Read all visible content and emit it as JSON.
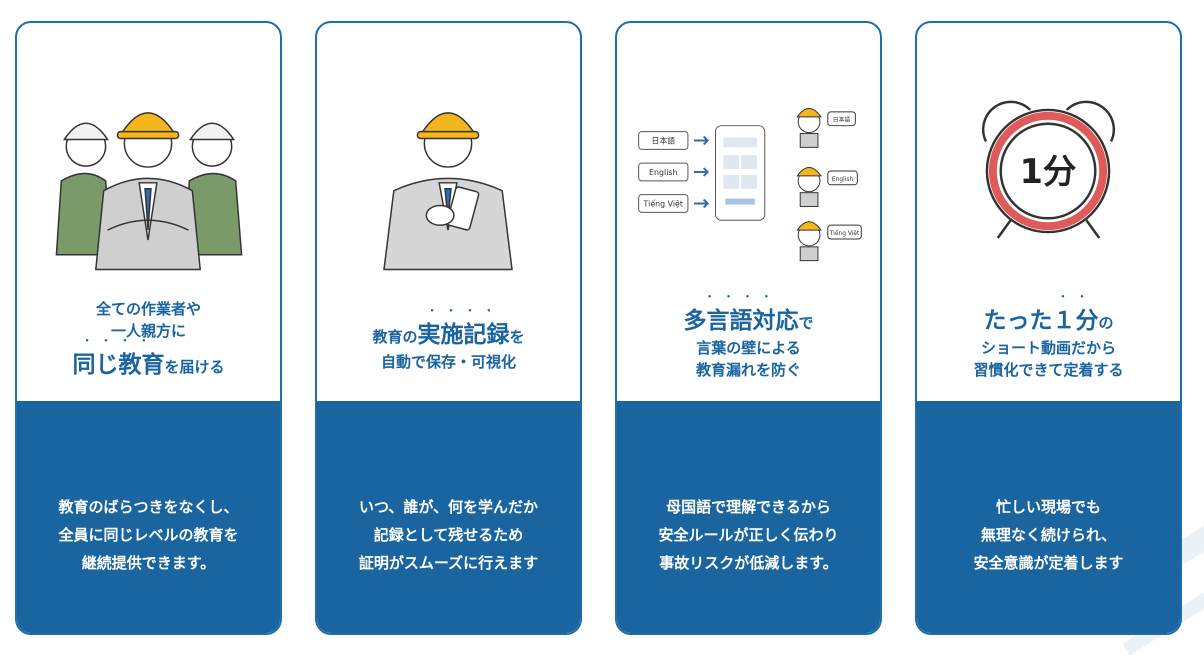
{
  "cards": [
    {
      "illustration": "workers-group-illustration",
      "headline": {
        "line1": "全ての作業者や",
        "line2": "一人親方に",
        "emph": "同じ教育",
        "tail": "を届ける"
      },
      "body": [
        "教育のばらつきをなくし、",
        "全員に同じレベルの教育を",
        "継続提供できます。"
      ]
    },
    {
      "illustration": "worker-with-phone-illustration",
      "headline": {
        "pre": "教育の",
        "emph": "実施記録",
        "post": "を",
        "line2": "自動で保存・可視化"
      },
      "body": [
        "いつ、誰が、何を学んだか",
        "記録として残せるため",
        "証明がスムーズに行えます"
      ]
    },
    {
      "illustration": "multilingual-diagram-illustration",
      "diagram": {
        "languages": [
          "日本語",
          "English",
          "Tiếng Việt"
        ],
        "bubbles": [
          "日本語",
          "English",
          "Tiếng Việt"
        ]
      },
      "headline": {
        "emph": "多言語対応",
        "post": "で",
        "line2": "言葉の壁による",
        "line3": "教育漏れを防ぐ"
      },
      "body": [
        "母国語で理解できるから",
        "安全ルールが正しく伝わり",
        "事故リスクが低減します。"
      ]
    },
    {
      "illustration": "alarm-clock-illustration",
      "clock_text": "1分",
      "headline": {
        "pre": "たった",
        "emph": "１分",
        "post": "の",
        "line2": "ショート動画だから",
        "line3": "習慣化できて定着する"
      },
      "body": [
        "忙しい現場でも",
        "無理なく続けられ、",
        "安全意識が定着します"
      ]
    }
  ],
  "colors": {
    "brand_blue": "#1a64a0",
    "helmet_yellow": "#f5b51c",
    "clock_red": "#e05a5a"
  }
}
